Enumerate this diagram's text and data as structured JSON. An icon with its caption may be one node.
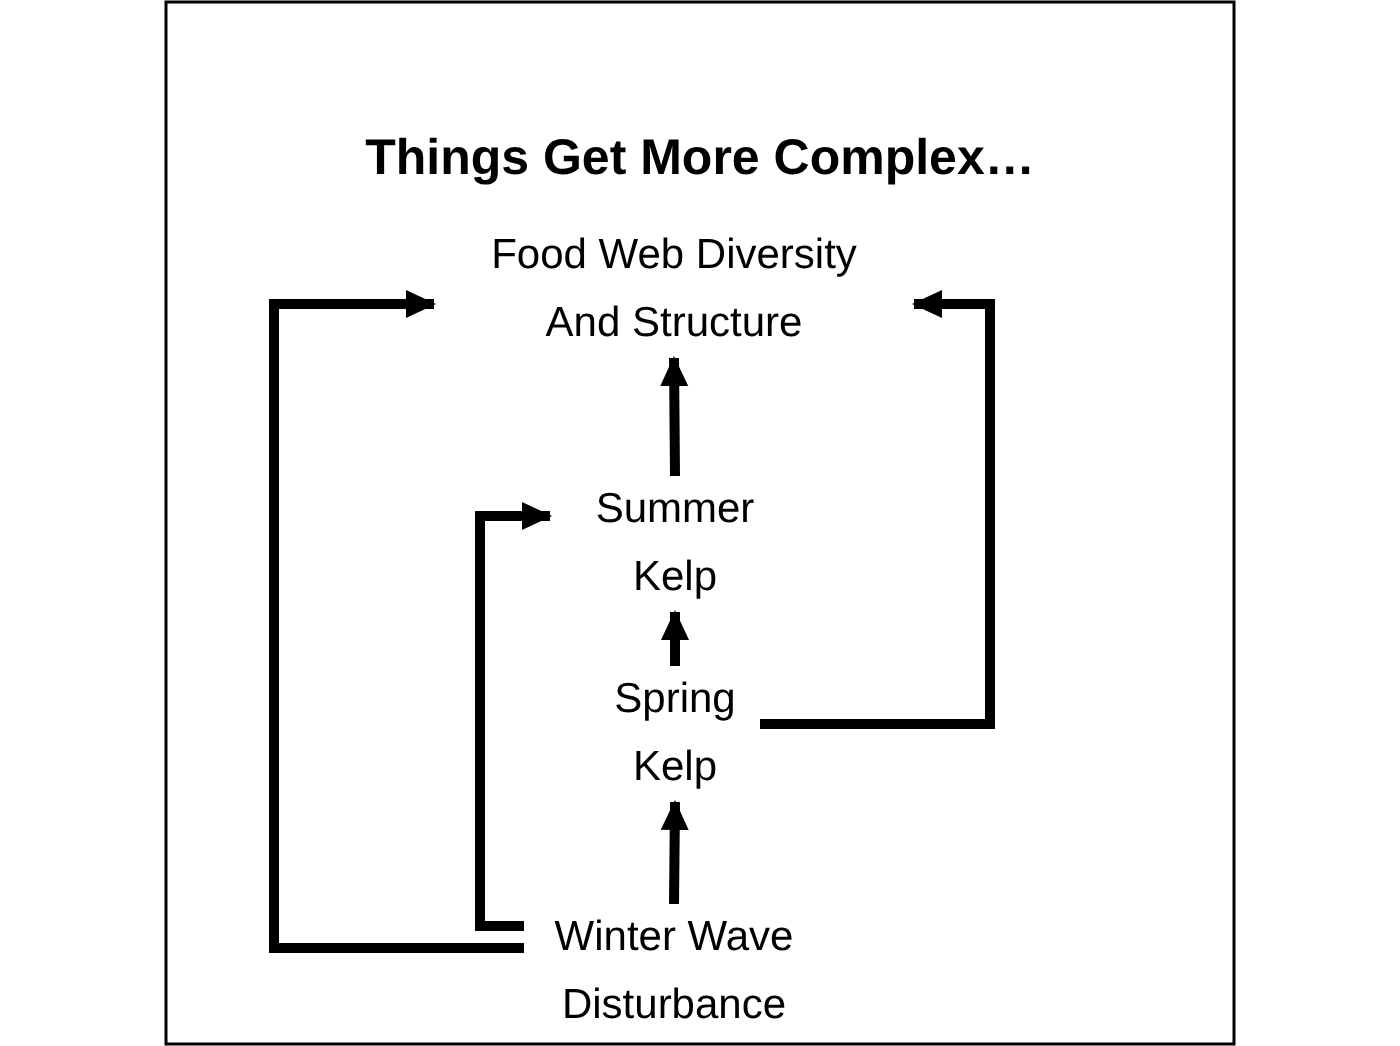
{
  "diagram": {
    "title": "Things Get More Complex…",
    "nodes": [
      {
        "text": [
          "Food Web Diversity And Structure"
        ]
      },
      {
        "text": [
          "Summer Kelp"
        ]
      },
      {
        "text": [
          "Spring Kelp"
        ]
      },
      {
        "text": [
          "Winter Wave Disturbance"
        ]
      }
    ],
    "edges": [
      {
        "from": 3,
        "to": 2,
        "arrow": "to"
      },
      {
        "from": 2,
        "to": 1,
        "arrow": "to"
      },
      {
        "from": 1,
        "to": 0,
        "arrow": "to"
      },
      {
        "from": 2,
        "to": 0,
        "arrow": "to"
      },
      {
        "from": 3,
        "to": 1,
        "arrow": "to"
      },
      {
        "from": 3,
        "to": 0,
        "arrow": "to"
      }
    ]
  }
}
